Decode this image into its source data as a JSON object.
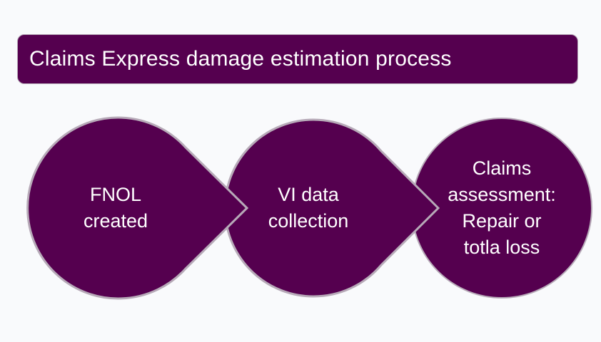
{
  "title": "Claims Express damage estimation process",
  "steps": [
    {
      "label": "FNOL\ncreated"
    },
    {
      "label": "VI data\ncollection"
    },
    {
      "label": "Claims\nassessment:\nRepair or\ntotla loss"
    }
  ],
  "colors": {
    "shape_fill": "#55004f",
    "shape_border": "#b7aab8",
    "text": "#ffffff",
    "background": "#f9fafc"
  }
}
